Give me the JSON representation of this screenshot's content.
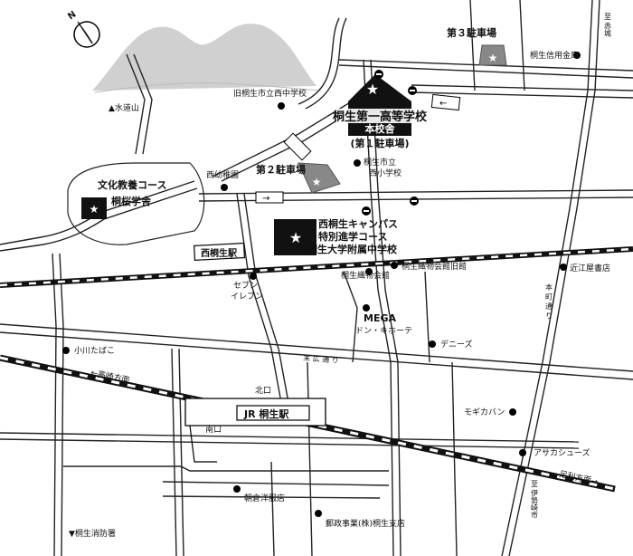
{
  "compass": {
    "north_label": "N"
  },
  "campuses": {
    "main": {
      "title": "桐生第一高等学校",
      "sub": "本校舎",
      "note": "(第１駐車場)"
    },
    "nishi": {
      "line1": "西桐生キャンパス",
      "line2": "特別進学コース",
      "line3": "桐生大学附属中学校"
    },
    "bunka": {
      "line1": "文化教養コース",
      "line2": "桐桜学舎"
    }
  },
  "parking": {
    "p2": "第２駐車場",
    "p3": "第３駐車場"
  },
  "stations": {
    "jr": "JR 桐生駅",
    "nishi": "西桐生駅",
    "kitaguchi": "北口",
    "minamiguchi": "南口"
  },
  "landmarks": {
    "suidouyama": "▲水道山",
    "old_school": "旧桐生市立西中学校",
    "shinkin": "桐生信用金庫",
    "nishi_elem_1": "桐生市立",
    "nishi_elem_2": "西小学校",
    "nishi_kindergarten": "西幼稚園",
    "seven_1": "セブン",
    "seven_2": "イレブン",
    "orimono_old": "桐生織物会館旧館",
    "orimono": "桐生織物会館",
    "chikae": "近江屋書店",
    "mega_1": "MEGA",
    "mega_2": "ドン・キホーテ",
    "dennys": "デニーズ",
    "ogawa": "小川たばこ",
    "mogi": "モギカバン",
    "asaka": "アサカシューズ",
    "asakura": "朝倉洋服店",
    "post": "郵政事業(株)桐生支店",
    "fire": "▼桐生消防署"
  },
  "roads": {
    "suehiro": "末 広 通 り",
    "honmachi": "本 町 通 り",
    "to_takasaki": "←高崎方面",
    "to_ashikaga": "足利方面→",
    "to_akagi": "至 赤城",
    "to_isesaki": "至 伊勢崎市"
  }
}
